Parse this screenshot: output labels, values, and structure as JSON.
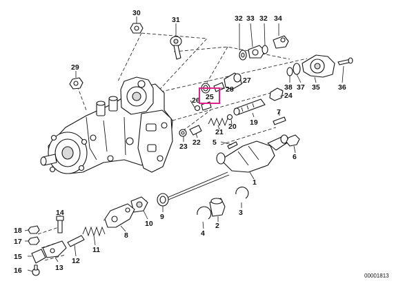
{
  "callouts": {
    "n1": "1",
    "n2": "2",
    "n3": "3",
    "n4": "4",
    "n5": "5",
    "n6": "6",
    "n7": "7",
    "n8": "8",
    "n9": "9",
    "n10": "10",
    "n11": "11",
    "n12": "12",
    "n13": "13",
    "n14": "14",
    "n15": "15",
    "n16": "16",
    "n17": "17",
    "n18": "18",
    "n19": "19",
    "n20": "20",
    "n21": "21",
    "n22": "22",
    "n23": "23",
    "n24": "24",
    "n25": "25",
    "n26": "26",
    "n27": "27",
    "n28": "28",
    "n29": "29",
    "n30": "30",
    "n31": "31",
    "n32a": "32",
    "n33": "33",
    "n32b": "32",
    "n34": "34",
    "n35": "35",
    "n36": "36",
    "n37": "37",
    "n38": "38"
  },
  "highlight": {
    "callout": "25",
    "color": "#e0218a"
  },
  "document_number": "00001813"
}
